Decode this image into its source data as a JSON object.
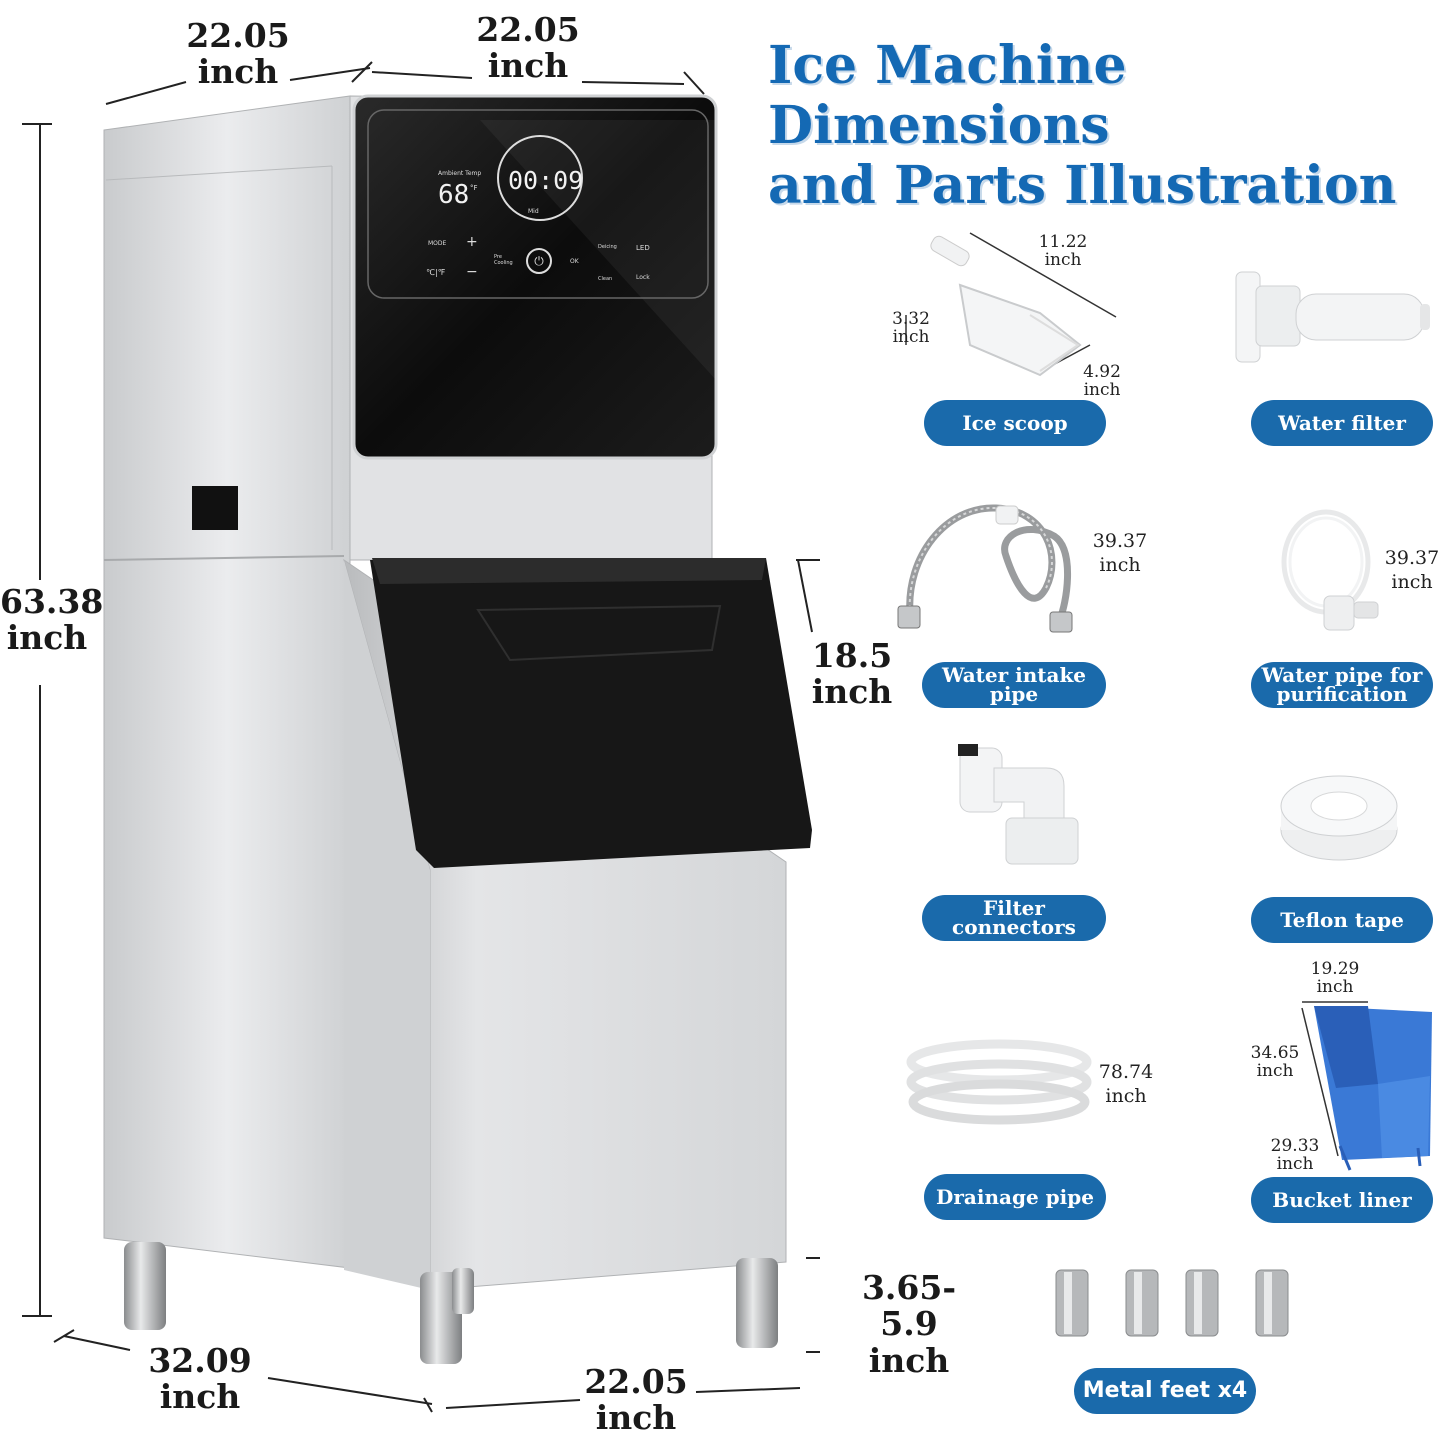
{
  "title": {
    "line1": "Ice Machine Dimensions",
    "line2": "and Parts Illustration"
  },
  "machine": {
    "width_top_left": "22.05\ninch",
    "width_top_right": "22.05\ninch",
    "height": "63.38\ninch",
    "bin_height": "18.5\ninch",
    "leg_height": "3.65-5.9\ninch",
    "depth_bottom": "32.09\ninch",
    "width_bottom": "22.05\ninch",
    "display": {
      "ambient_label": "Ambient Temp",
      "temperature": "68",
      "temp_unit": "°F",
      "timer": "00:09",
      "size": "Mid",
      "mode": "MODE",
      "unit_toggle": "℃|℉",
      "pre_cooling": "Pre Cooling",
      "ok": "OK",
      "deicing": "Deicing",
      "led": "LED",
      "clean": "Clean",
      "lock": "Lock"
    }
  },
  "parts": {
    "ice_scoop": {
      "label": "Ice scoop",
      "length": "11.22\ninch",
      "height": "3.32\ninch",
      "width": "4.92\ninch"
    },
    "water_filter": {
      "label": "Water filter"
    },
    "water_intake_pipe": {
      "label": "Water intake\npipe",
      "length": "39.37\ninch"
    },
    "water_pipe_purification": {
      "label": "Water pipe for\npurification",
      "length": "39.37\ninch"
    },
    "filter_connectors": {
      "label": "Filter connectors"
    },
    "teflon_tape": {
      "label": "Teflon tape"
    },
    "drainage_pipe": {
      "label": "Drainage pipe",
      "length": "78.74\ninch"
    },
    "bucket_liner": {
      "label": "Bucket liner",
      "width": "19.29\ninch",
      "height": "34.65\ninch",
      "depth": "29.33\ninch"
    },
    "metal_feet": {
      "label": "Metal feet x4"
    }
  },
  "colors": {
    "accent": "#1469b4",
    "pill": "#1a6aab",
    "steel": "#d9dbdd",
    "panel": "#111111"
  }
}
